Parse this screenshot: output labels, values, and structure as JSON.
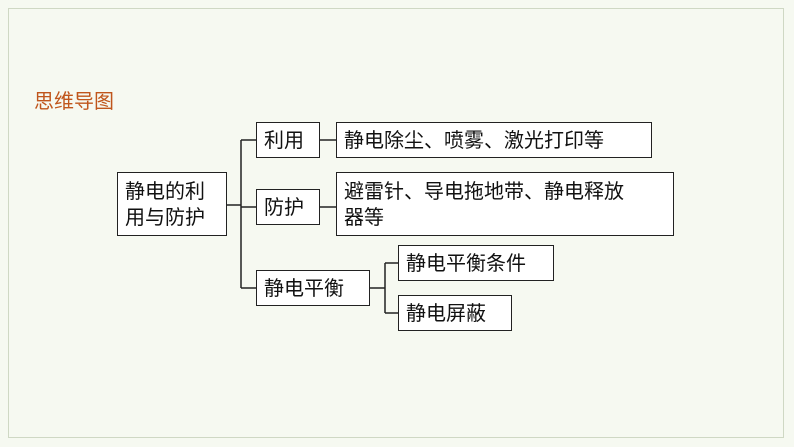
{
  "heading": "思维导图",
  "root": {
    "line1": "静电的利",
    "line2": "用与防护"
  },
  "branches": [
    {
      "label": "利用",
      "leaf": "静电除尘、喷雾、激光打印等"
    },
    {
      "label": "防护",
      "leaf_line1": "避雷针、导电拖地带、静电释放",
      "leaf_line2": "器等"
    },
    {
      "label": "静电平衡",
      "children": [
        "静电平衡条件",
        "静电屏蔽"
      ]
    }
  ],
  "colors": {
    "heading": "#c0561c",
    "line": "#222222",
    "background": "#f6f9f1"
  }
}
